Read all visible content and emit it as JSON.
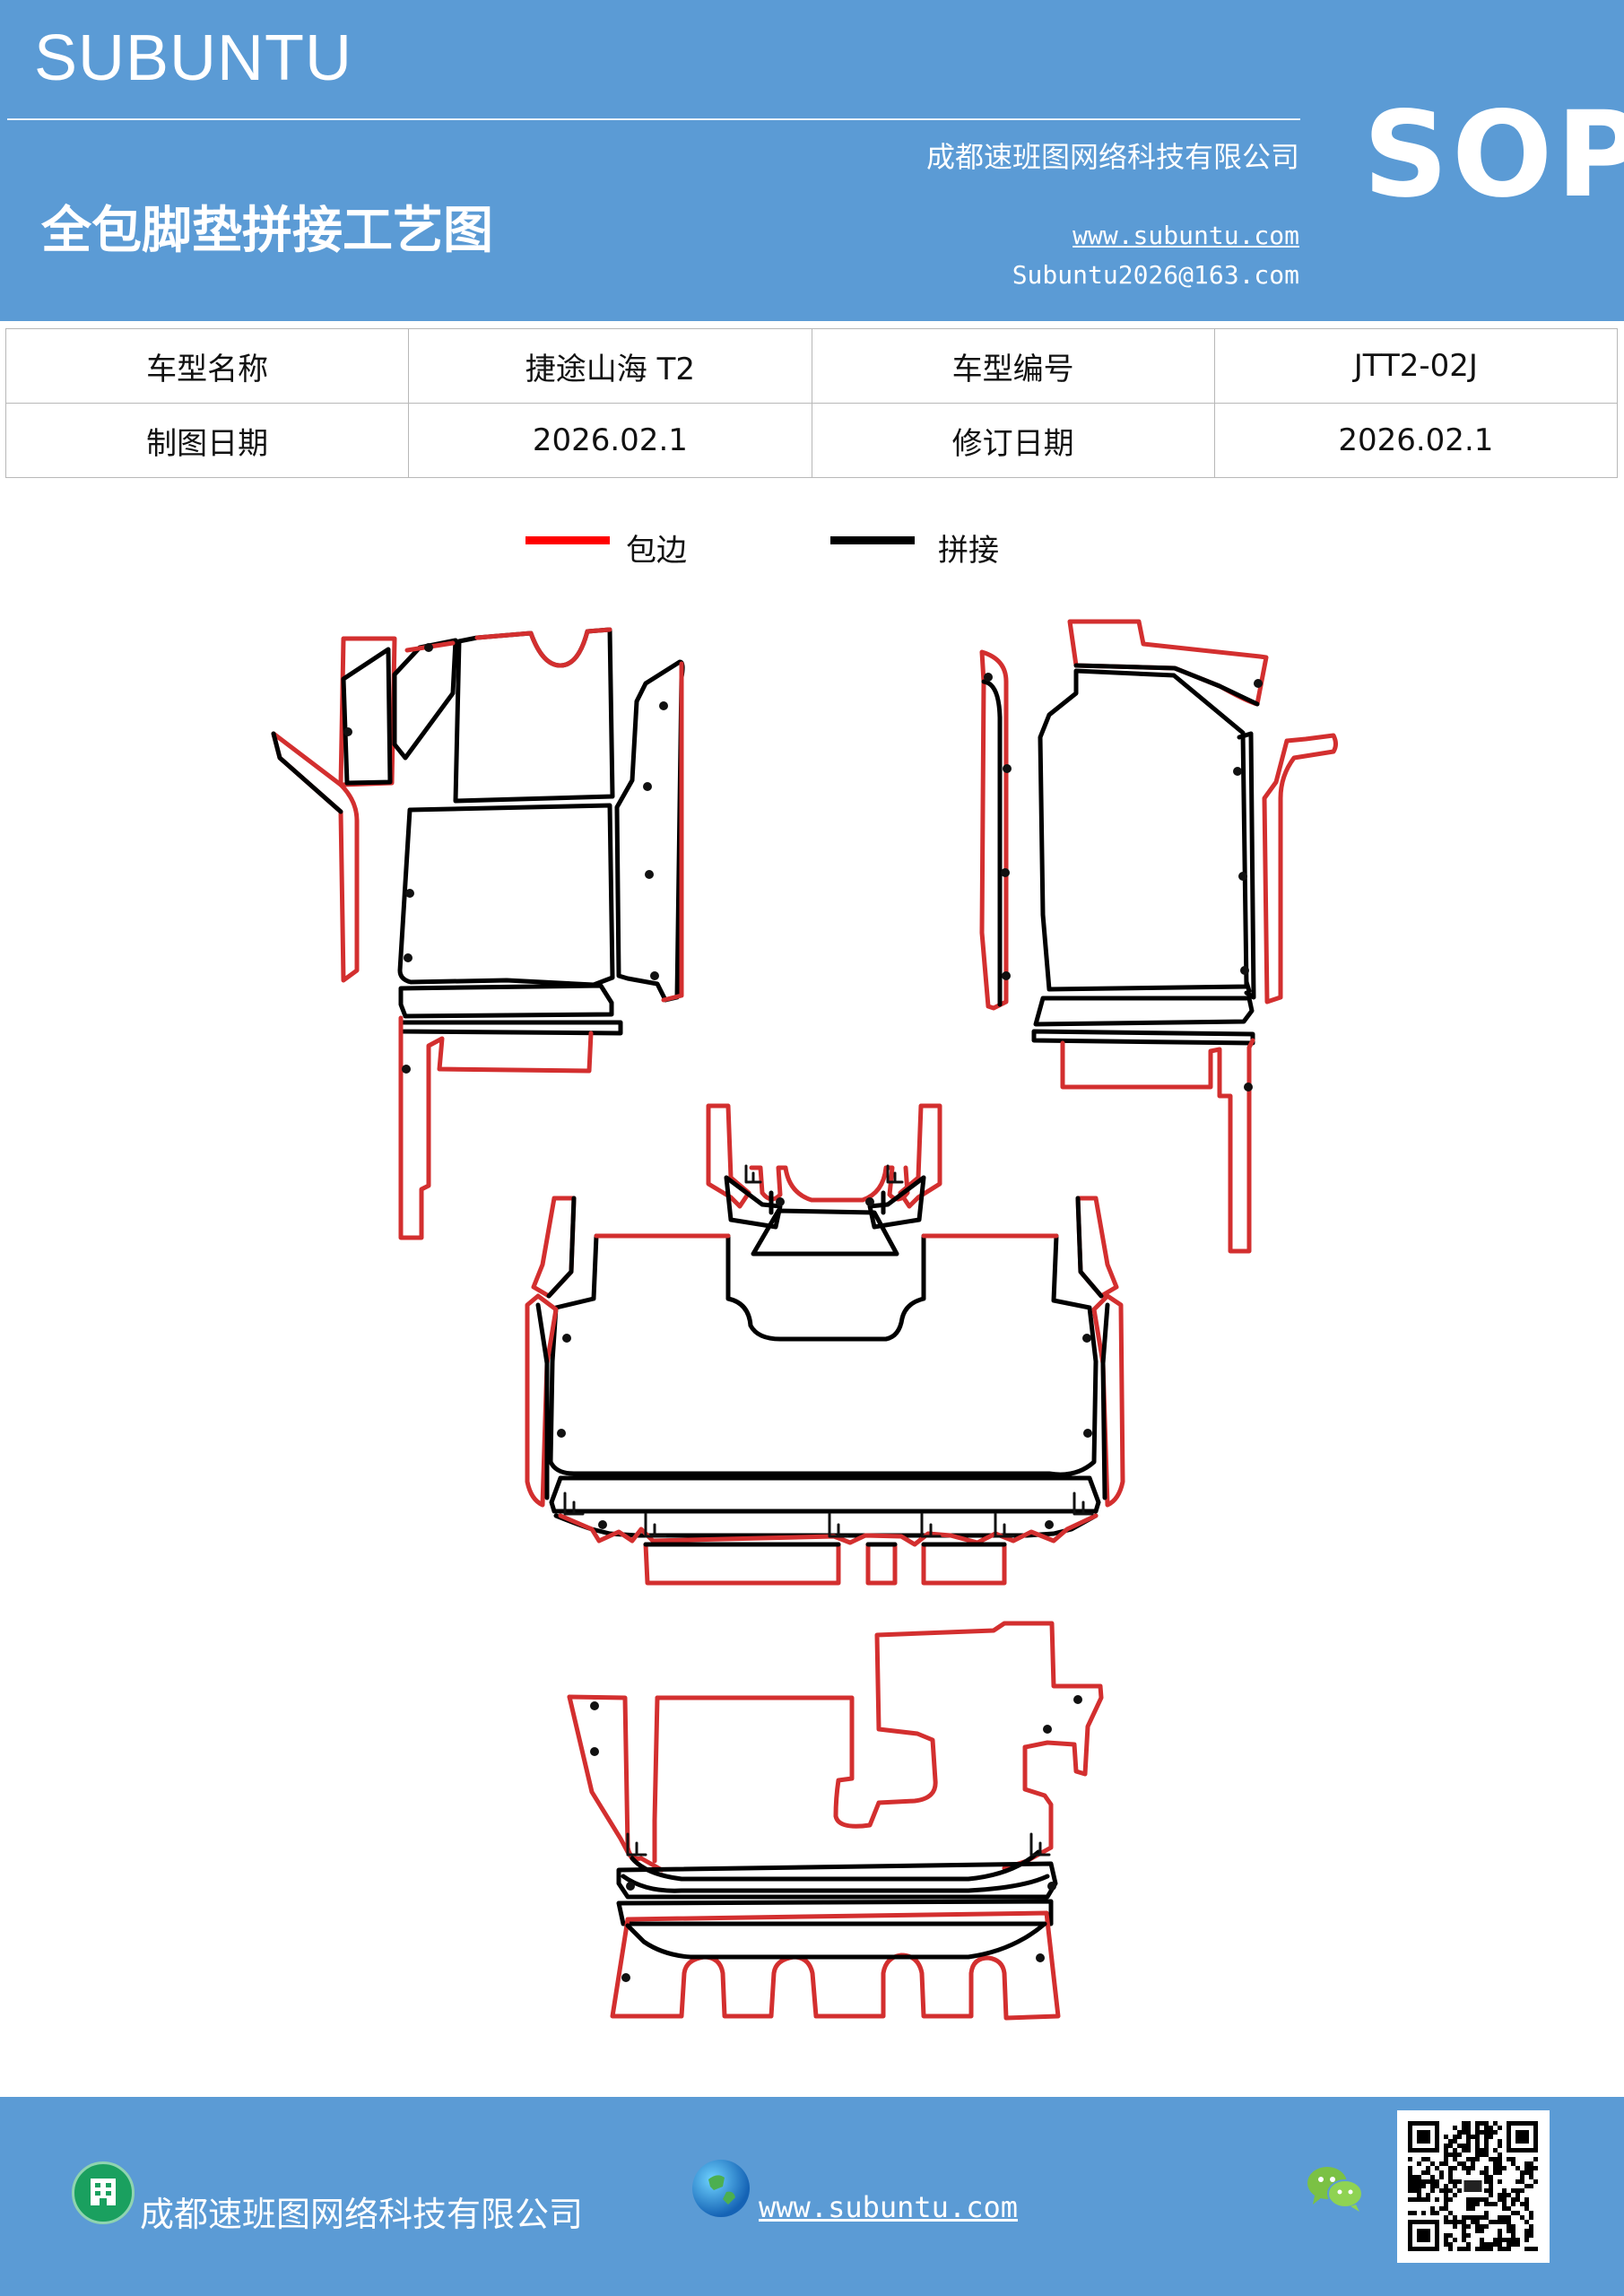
{
  "header": {
    "brand": "SUBUNTU",
    "company": "成都速班图网络科技有限公司",
    "title": "全包脚垫拼接工艺图",
    "website": "www.subuntu.com",
    "email": "Subuntu2026@163.com",
    "badge": "SOP"
  },
  "info_table": {
    "model_name_label": "车型名称",
    "model_name_value": "捷途山海 T2",
    "model_code_label": "车型编号",
    "model_code_value": "JTT2-02J",
    "draw_date_label": "制图日期",
    "draw_date_value": "2026.02.1",
    "revise_date_label": "修订日期",
    "revise_date_value": "2026.02.1"
  },
  "legend": {
    "edge_label": "包边",
    "edge_color": "#ff0000",
    "splice_label": "拼接",
    "splice_color": "#000000"
  },
  "footer": {
    "company": "成都速班图网络科技有限公司",
    "website": "www.subuntu.com",
    "icons": [
      "building-icon",
      "globe-icon",
      "wechat-icon",
      "qr-code"
    ]
  },
  "colors": {
    "header_bg": "#5b9bd5",
    "edge_stroke": "#d32f2f",
    "splice_stroke": "#000000"
  }
}
